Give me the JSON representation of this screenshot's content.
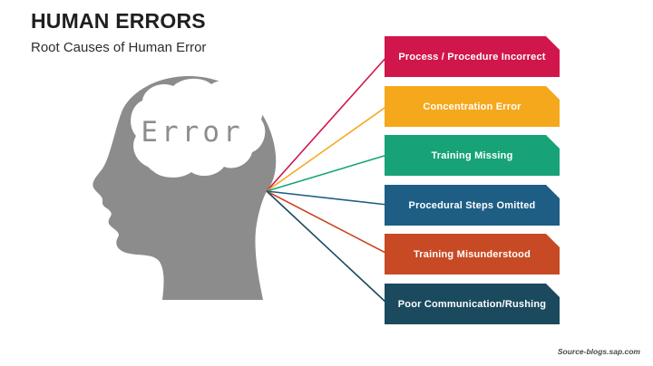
{
  "header": {
    "title": "HUMAN ERRORS",
    "subtitle": "Root Causes of Human Error"
  },
  "illustration": {
    "brain_label": "Error",
    "head_color": "#8C8C8C",
    "brain_color": "#FFFFFF"
  },
  "causes": [
    {
      "label": "Process / Procedure Incorrect",
      "color": "#D0164A"
    },
    {
      "label": "Concentration Error",
      "color": "#F6A81C"
    },
    {
      "label": "Training Missing",
      "color": "#17A377"
    },
    {
      "label": "Procedural Steps Omitted",
      "color": "#1E5E85"
    },
    {
      "label": "Training Misunderstood",
      "color": "#C74A24"
    },
    {
      "label": "Poor Communication/Rushing",
      "color": "#1B4A5E"
    }
  ],
  "footer": {
    "source": "Source-blogs.sap.com"
  }
}
